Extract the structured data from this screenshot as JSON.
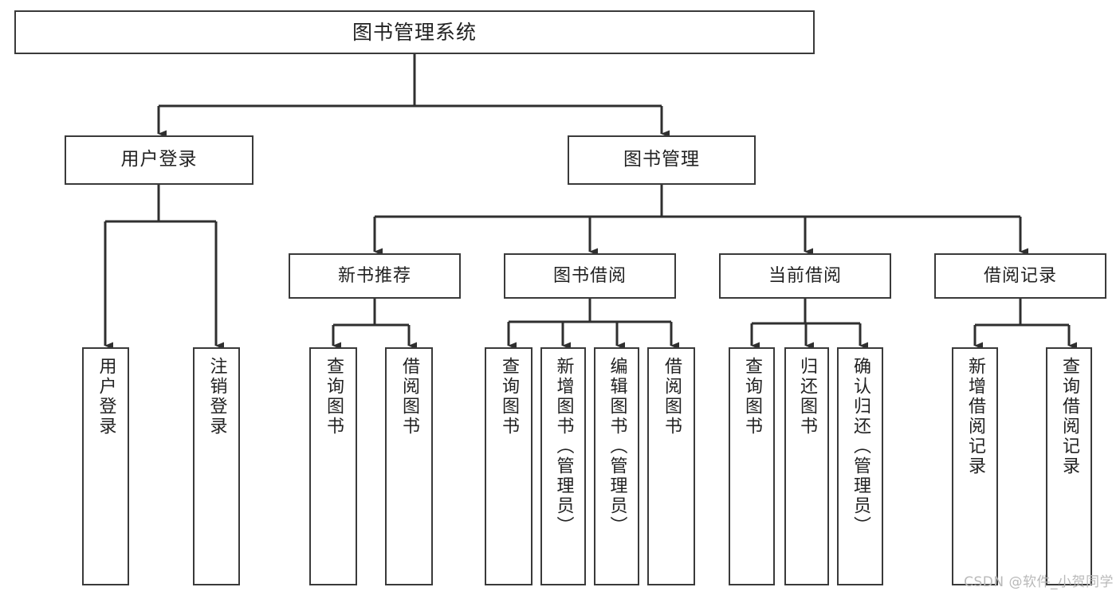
{
  "diagram": {
    "title": "图书管理系统",
    "type": "tree-hierarchy-functional-structure",
    "watermark": "CSDN @软件_小贺同学",
    "colors": {
      "box_border": "#3a3a3a",
      "box_fill": "#ffffff",
      "connector": "#2f2f2f",
      "text": "#222222",
      "watermark": "#b9b9b9",
      "background": "#ffffff"
    },
    "nodes": {
      "root": {
        "label": "图书管理系统"
      },
      "level1": [
        {
          "id": "user-login",
          "label": "用户登录"
        },
        {
          "id": "book-manage",
          "label": "图书管理"
        }
      ],
      "level2": [
        {
          "id": "new-book-recommend",
          "label": "新书推荐"
        },
        {
          "id": "book-borrow",
          "label": "图书借阅"
        },
        {
          "id": "current-borrow",
          "label": "当前借阅"
        },
        {
          "id": "borrow-record",
          "label": "借阅记录"
        }
      ],
      "leaves": {
        "user_login": [
          {
            "id": "leaf-user-login",
            "label": "用户登录"
          },
          {
            "id": "leaf-logout-login",
            "label": "注销登录"
          }
        ],
        "new_book_recommend": [
          {
            "id": "leaf-query-book-1",
            "label": "查询图书"
          },
          {
            "id": "leaf-borrow-book-1",
            "label": "借阅图书"
          }
        ],
        "book_borrow": [
          {
            "id": "leaf-query-book-2",
            "label": "查询图书"
          },
          {
            "id": "leaf-add-book",
            "label": "新增图书（管理员）"
          },
          {
            "id": "leaf-edit-book",
            "label": "编辑图书（管理员）"
          },
          {
            "id": "leaf-borrow-book-2",
            "label": "借阅图书"
          }
        ],
        "current_borrow": [
          {
            "id": "leaf-query-book-3",
            "label": "查询图书"
          },
          {
            "id": "leaf-return-book",
            "label": "归还图书"
          },
          {
            "id": "leaf-confirm-return",
            "label": "确认归还（管理员）"
          }
        ],
        "borrow_record": [
          {
            "id": "leaf-add-record",
            "label": "新增借阅记录"
          },
          {
            "id": "leaf-query-record",
            "label": "查询借阅记录"
          }
        ]
      }
    }
  }
}
